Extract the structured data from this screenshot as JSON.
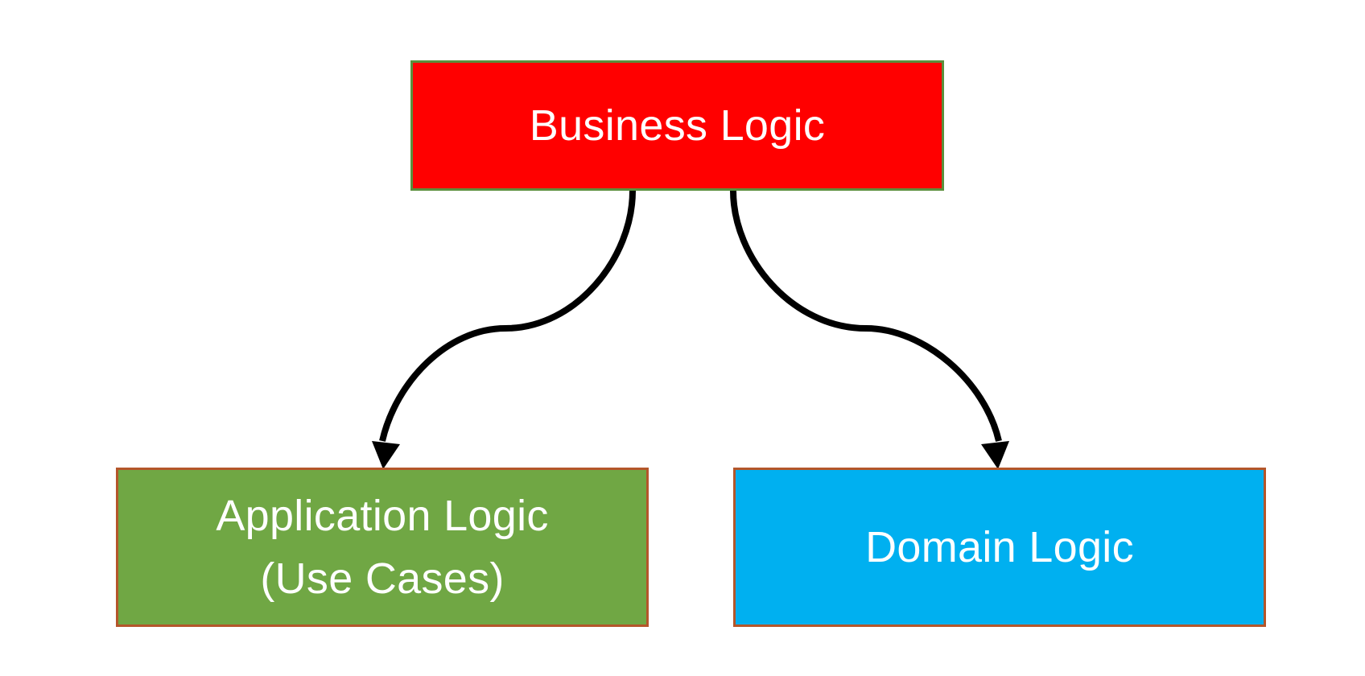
{
  "diagram": {
    "nodes": {
      "business": {
        "label": "Business Logic",
        "fill": "#ff0000"
      },
      "application": {
        "line1": "Application Logic",
        "line2": "(Use Cases)",
        "fill": "#70a744"
      },
      "domain": {
        "label": "Domain Logic",
        "fill": "#00b0f0"
      }
    },
    "edges": [
      {
        "from": "Business Logic",
        "to": "Application Logic (Use Cases)"
      },
      {
        "from": "Business Logic",
        "to": "Domain Logic"
      }
    ],
    "connector_color": "#000000"
  }
}
